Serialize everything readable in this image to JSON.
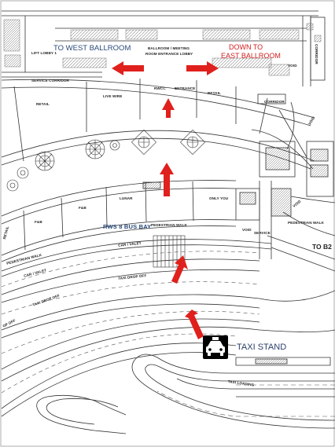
{
  "headlines": {
    "west_ballroom": "TO WEST BALLROOM",
    "east_ballroom_line1": "DOWN TO",
    "east_ballroom_line2": "EAST BALLROOM",
    "bus_bay": "RWS 8 BUS BAY",
    "taxi_stand": "TAXI STAND",
    "to_b2": "TO B2"
  },
  "labels": {
    "lift_lobby": "LIFT LOBBY 1",
    "ballroom_lobby_line1": "BALLROOM / MEETING",
    "ballroom_lobby_line2": "ROOM ENTRANCE LOBBY",
    "void_top": "VOID",
    "corridor_right": "CORRIDOR",
    "service_corridor": "SERVICE CORRIDOR",
    "retail_left": "RETAIL",
    "live_wire": "LIVE WIRE",
    "rwcc": "RWCC",
    "entrance": "ENTRANCE",
    "retail_right": "RETAIL",
    "corridor_mid": "CORRIDOR",
    "void_right": "VOID",
    "void_right2": "VOID",
    "fb_1": "F&B",
    "fb_2": "F&B",
    "lunar": "LUNAR",
    "only_you": "ONLY YOU",
    "retail_far_left": "RETAIL",
    "pedestrian_walk_center": "PEDESTRIAN WALK",
    "void_lower": "VOID",
    "service_lower": "SERVICE",
    "pedestrian_walk_right": "PEDESTRIAN WALK",
    "pedestrian_walk_left": "PEDESTRIAN WALK",
    "car_valet_left": "CAR / VALET",
    "car_valet_center": "CAR / VALET",
    "taxi_drop_off_center": "TAXI DROP OFF",
    "taxi_drop_off_left": "TAXI DROP OFF",
    "drop_off_edge": "OP OFF",
    "taxi_loading": "TAXI LOADING"
  },
  "colors": {
    "arrow": "#e0201c",
    "headline_blue": "#2a4a7a",
    "headline_red": "#d21f1f",
    "line": "#3a3a3a"
  },
  "icons": {
    "taxi": "taxi-icon",
    "arrow": "red-arrow-icon"
  }
}
